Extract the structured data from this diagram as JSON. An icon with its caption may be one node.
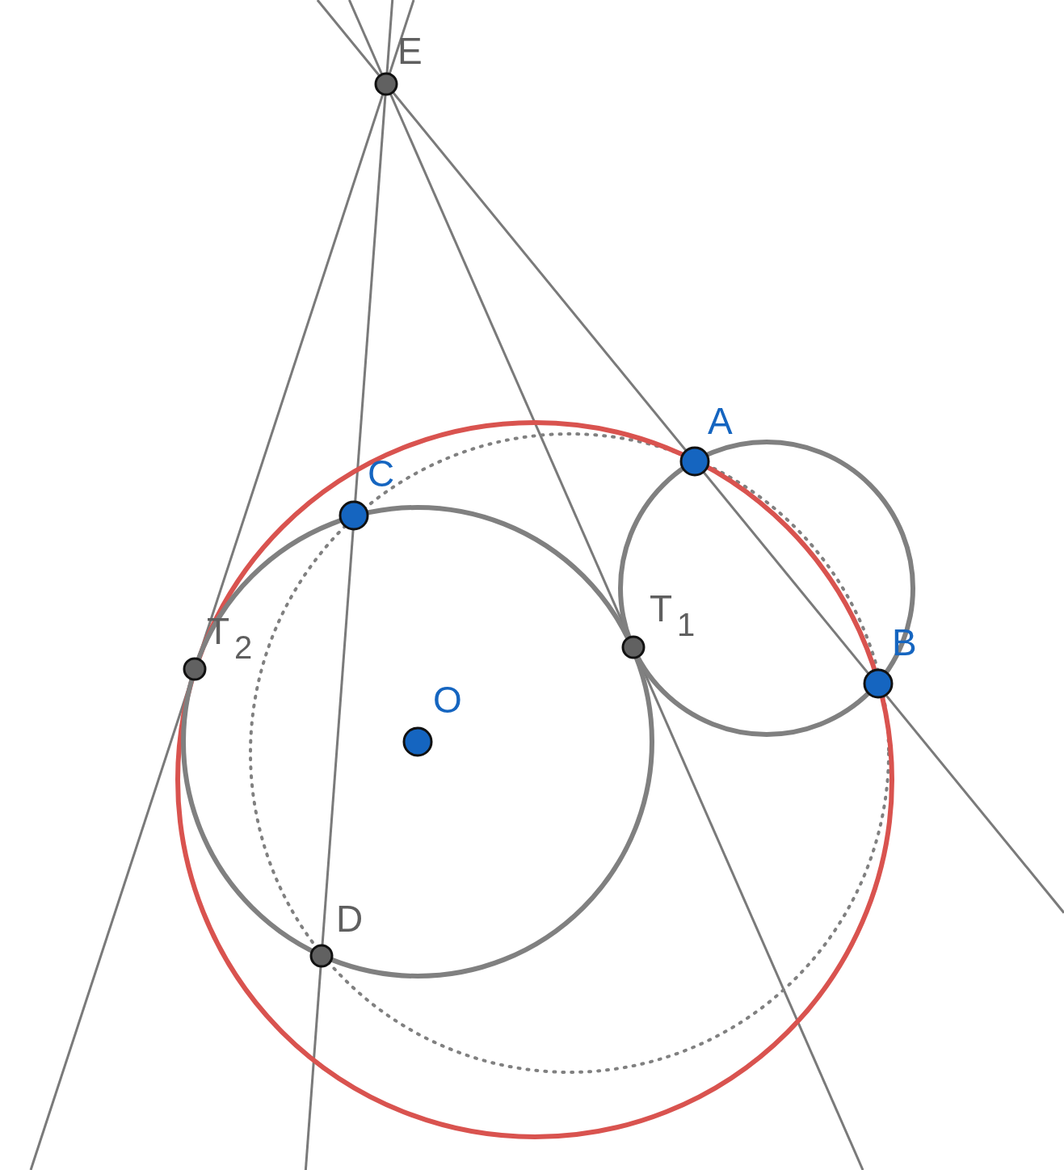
{
  "diagram": {
    "labels": [
      "E",
      "A",
      "C",
      "T$_{2}$",
      "T$_{1}$",
      "B",
      "O",
      "D"
    ]
  }
}
